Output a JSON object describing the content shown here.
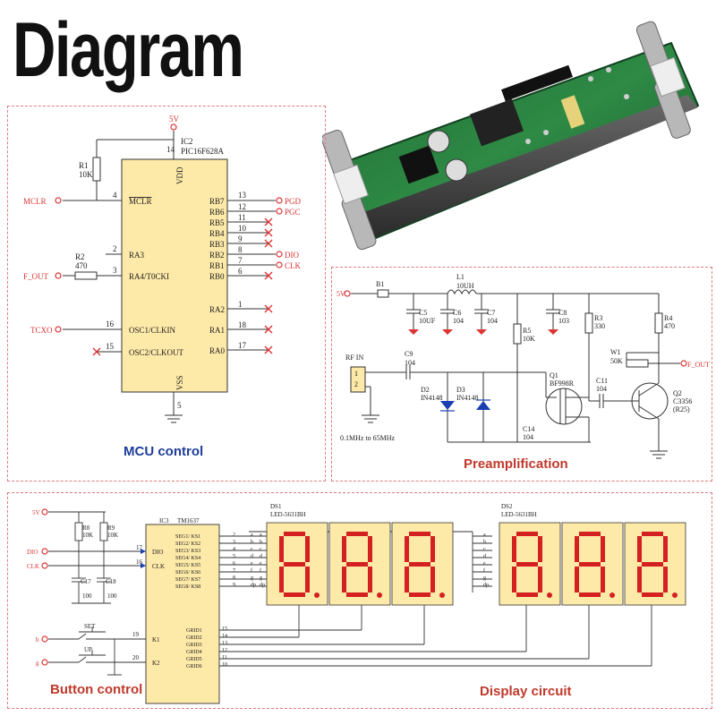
{
  "header": {
    "title": "Diagram"
  },
  "mcu": {
    "caption": "MCU control",
    "chip_ref": "IC2",
    "chip_part": "PIC16F628A",
    "vdd_label": "VDD",
    "vss_label": "VSS",
    "supply": "5V",
    "vdd_pin": "14",
    "vss_pin": "5",
    "r1_ref": "R1",
    "r1_val": "10K",
    "r2_ref": "R2",
    "r2_val": "470",
    "left_pins": [
      {
        "pin": "4",
        "name": "MCLR",
        "net": "MCLR"
      },
      {
        "pin": "2",
        "name": "RA3",
        "net": ""
      },
      {
        "pin": "3",
        "name": "RA4/T0CKI",
        "net": "F_OUT"
      },
      {
        "pin": "16",
        "name": "OSC1/CLKIN",
        "net": "TCXO"
      },
      {
        "pin": "15",
        "name": "OSC2/CLKOUT",
        "net": ""
      }
    ],
    "right_pins": [
      {
        "pin": "13",
        "name": "RB7",
        "net": "PGD"
      },
      {
        "pin": "12",
        "name": "RB6",
        "net": "PGC"
      },
      {
        "pin": "11",
        "name": "RB5",
        "net": ""
      },
      {
        "pin": "10",
        "name": "RB4",
        "net": ""
      },
      {
        "pin": "9",
        "name": "RB3",
        "net": ""
      },
      {
        "pin": "8",
        "name": "RB2",
        "net": "DIO"
      },
      {
        "pin": "7",
        "name": "RB1",
        "net": "CLK"
      },
      {
        "pin": "6",
        "name": "RB0",
        "net": ""
      },
      {
        "pin": "1",
        "name": "RA2",
        "net": ""
      },
      {
        "pin": "18",
        "name": "RA1",
        "net": ""
      },
      {
        "pin": "17",
        "name": "RA0",
        "net": ""
      }
    ]
  },
  "preamp": {
    "caption": "Preamplification",
    "supply": "5V",
    "b1": "B1",
    "l1_ref": "L1",
    "l1_val": "10UH",
    "rf_in": "RF IN",
    "rf_range": "0.1MHz to 65MHz",
    "conn_pins": [
      "1",
      "2"
    ],
    "c5": [
      "C5",
      "10UF"
    ],
    "c6": [
      "C6",
      "104"
    ],
    "c7": [
      "C7",
      "104"
    ],
    "c8": [
      "C8",
      "103"
    ],
    "c9": [
      "C9",
      "104"
    ],
    "c11": [
      "C11",
      "104"
    ],
    "c14": [
      "C14",
      "104"
    ],
    "r3": [
      "R3",
      "330"
    ],
    "r4": [
      "R4",
      "470"
    ],
    "r5": [
      "R5",
      "10K"
    ],
    "d2": [
      "D2",
      "IN4148"
    ],
    "d3": [
      "D3",
      "IN4148"
    ],
    "q1": [
      "Q1",
      "BF998R"
    ],
    "q2": [
      "Q2",
      "C3356",
      "(R25)"
    ],
    "w1": [
      "W1",
      "50K"
    ],
    "out": "F_OUT"
  },
  "display": {
    "caption_left": "Button control",
    "caption_right": "Display circuit",
    "supply": "5V",
    "ic_ref": "IC3",
    "ic_part": "TM1637",
    "r8": [
      "R8",
      "10K"
    ],
    "r9": [
      "R9",
      "10K"
    ],
    "c17": [
      "C17",
      "100"
    ],
    "c18": [
      "C18",
      "100"
    ],
    "nets_in": [
      "DIO",
      "CLK"
    ],
    "pin_dio": "17",
    "pin_clk": "16",
    "ic_left": [
      "DIO",
      "CLK"
    ],
    "seg_pins": [
      "SEG1/ KS1",
      "SEG2/ KS2",
      "SEG3/ KS3",
      "SEG4/ KS4",
      "SEG5/ KS5",
      "SEG6/ KS6",
      "SEG7/ KS7",
      "SEG8/ KS8"
    ],
    "seg_nums": [
      "2",
      "3",
      "4",
      "5",
      "6",
      "7",
      "8",
      "9"
    ],
    "seg_letters": [
      "a",
      "b",
      "c",
      "d",
      "e",
      "f",
      "g",
      "dp"
    ],
    "grid_pins": [
      "GRID1",
      "GRID2",
      "GRID3",
      "GRID4",
      "GRID5",
      "GRID6"
    ],
    "grid_nums": [
      "15",
      "14",
      "13",
      "12",
      "11",
      "10"
    ],
    "k_pins": [
      "K1",
      "K2"
    ],
    "k_nums": [
      "19",
      "20"
    ],
    "buttons": [
      {
        "label": "SET",
        "net": "b"
      },
      {
        "label": "UP",
        "net": "g"
      }
    ],
    "ds1": [
      "DS1",
      "LED-5631BH"
    ],
    "ds2": [
      "DS2",
      "LED-5631BH"
    ],
    "digits": [
      "8.",
      "8.",
      "8.",
      "8.",
      "8.",
      "8."
    ],
    "seg_color": "#d42020"
  }
}
